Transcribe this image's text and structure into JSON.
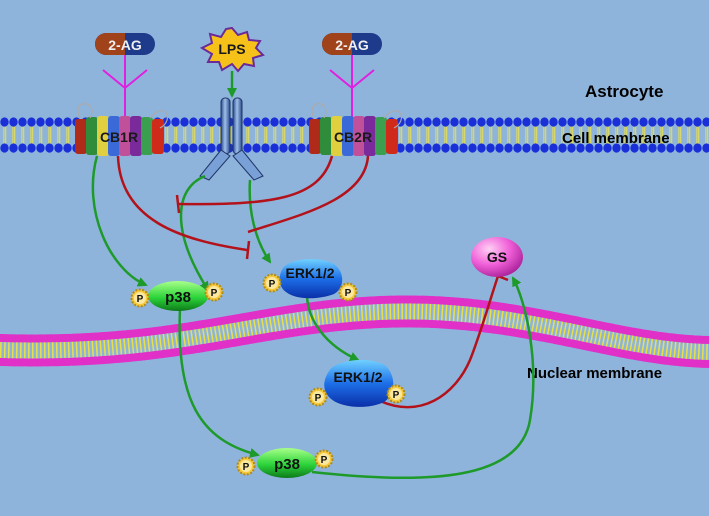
{
  "labels": {
    "cell_type": "Astrocyte",
    "cell_membrane": "Cell membrane",
    "nuclear_membrane": "Nuclear membrane"
  },
  "ligands": {
    "left_2ag": "2-AG",
    "lps": "LPS",
    "right_2ag": "2-AG"
  },
  "receptors": {
    "cb1r": "CB1R",
    "cb2r": "CB2R"
  },
  "proteins": {
    "p38_cyto": "p38",
    "erk_cyto": "ERK1/2",
    "gs": "GS",
    "erk_nuc": "ERK1/2",
    "p38_nuc": "p38"
  },
  "phospho_label": "P",
  "colors": {
    "background": "#8fb4dc",
    "activation": "#1e9a2a",
    "inhibition": "#b3121a",
    "membrane_heads": "#1a2fd8",
    "nuclear_heads": "#e030c8",
    "lipid_tails": "#e8e04a",
    "receptor_linker": "#e020e0"
  }
}
